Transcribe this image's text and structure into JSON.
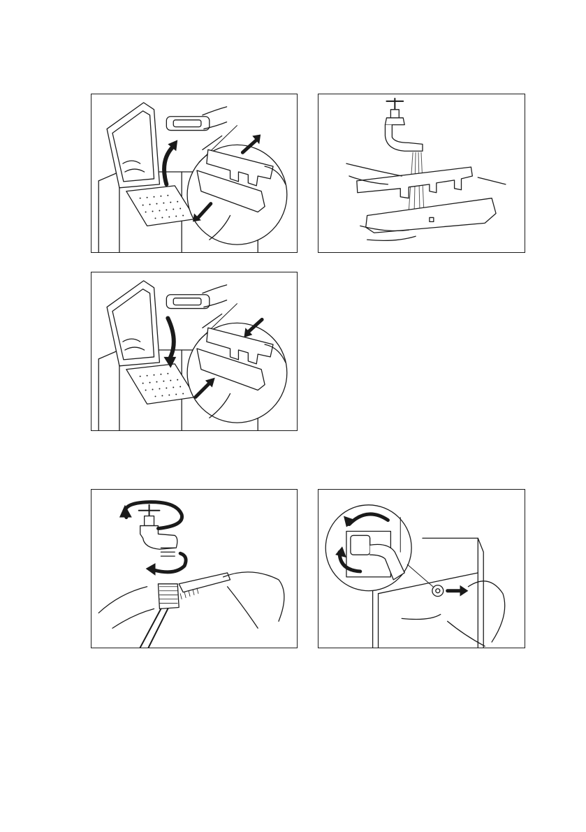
{
  "page": {
    "illustrations": [
      {
        "id": "fig1",
        "subject": "remove-filter-from-drum-opening",
        "arrow_direction": "out"
      },
      {
        "id": "fig2",
        "subject": "rinse-filter-under-tap"
      },
      {
        "id": "fig3",
        "subject": "reinsert-filter-into-drum-opening",
        "arrow_direction": "in"
      },
      {
        "id": "fig4",
        "subject": "unscrew-hose-and-clean-inlet-filter-with-brush"
      },
      {
        "id": "fig5",
        "subject": "unscrew-hose-from-appliance-back"
      }
    ]
  },
  "colors": {
    "line": "#1a1a1a",
    "fill": "#ffffff",
    "water": "#555555"
  }
}
